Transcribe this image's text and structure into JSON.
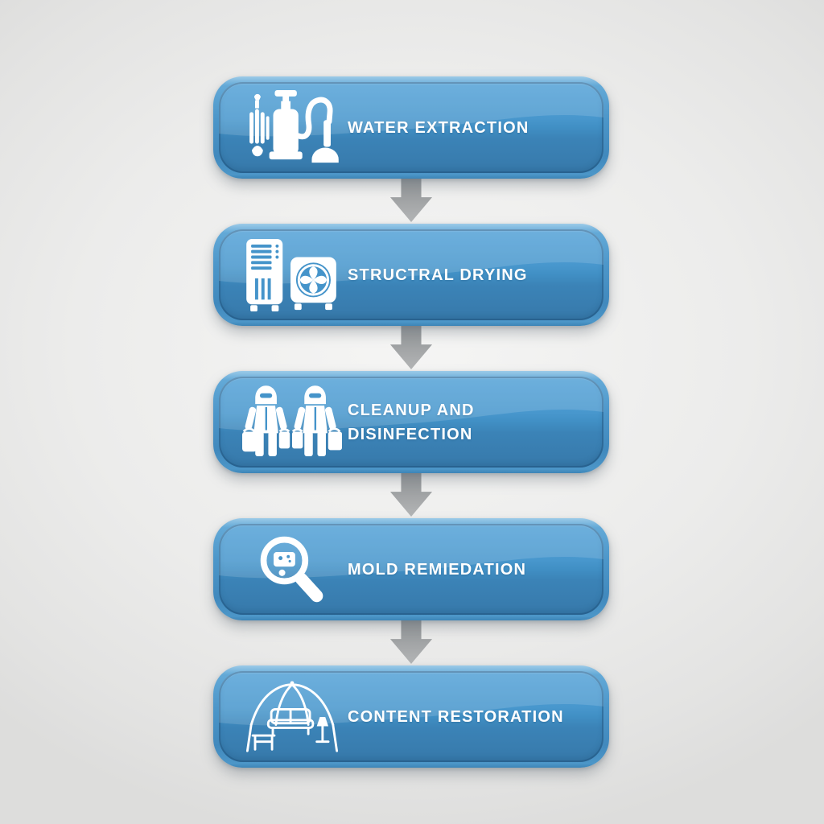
{
  "title": "Water damage restoration process flow",
  "palette": {
    "button_rim_blue": "#4c96c9",
    "button_rim_highlight": "#9ccae8",
    "button_fill_top": "#55a3d8",
    "button_fill_bottom": "#3779aa",
    "button_edge_dark": "#2d6c9e",
    "label_text": "#ffffff",
    "icon_detail_blue": "#4594ca",
    "arrow_gray_top": "#8f9294",
    "arrow_gray_bottom": "#b3b5b6",
    "background_gray": "#ececeb"
  },
  "flow": {
    "steps": [
      {
        "label": "WATER EXTRACTION",
        "lines": [
          "WATER EXTRACTION"
        ],
        "icon": "water-extraction-pump-vacuum-icon"
      },
      {
        "label": "STRUCTRAL DRYING",
        "lines": [
          "STRUCTRAL DRYING"
        ],
        "icon": "dehumidifier-air-mover-icon"
      },
      {
        "label": "CLEANUP AND DISINFECTION",
        "lines": [
          "CLEANUP AND",
          "DISINFECTION"
        ],
        "icon": "hazmat-workers-icon"
      },
      {
        "label": "MOLD REMIEDATION",
        "lines": [
          "MOLD REMIEDATION"
        ],
        "icon": "magnifier-mold-icon"
      },
      {
        "label": "CONTENT RESTORATION",
        "lines": [
          "CONTENT RESTORATION"
        ],
        "icon": "furniture-tent-icon"
      }
    ],
    "connector": "down-arrow"
  }
}
